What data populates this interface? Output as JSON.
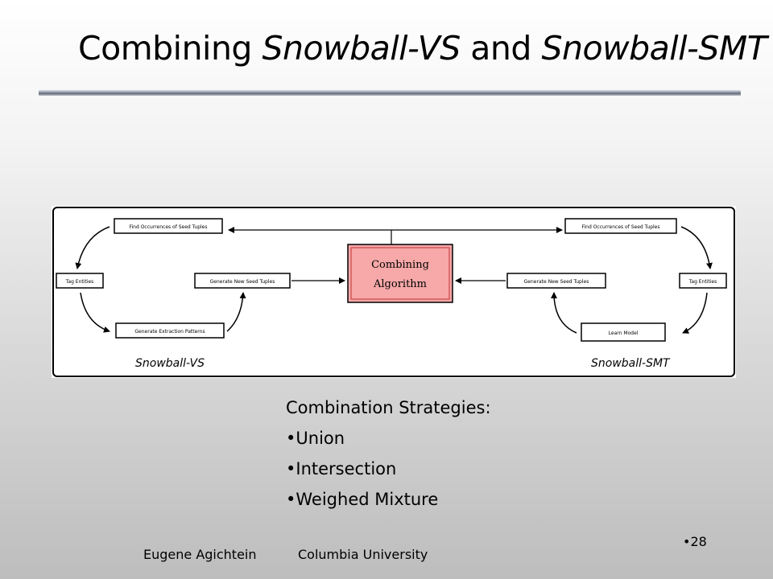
{
  "title": {
    "part1": "Combining ",
    "part2": "Snowball-VS",
    "part3": " and ",
    "part4": "Snowball-SMT"
  },
  "diagram": {
    "left_boxes": {
      "find": "Find Occurrences of Seed Tuples",
      "tag": "Tag Entities",
      "generate_tuples": "Generate New Seed Tuples",
      "generate_patterns": "Generate Extraction Patterns"
    },
    "right_boxes": {
      "find": "Find Occurrences of Seed Tuples",
      "tag": "Tag Entities",
      "generate_tuples": "Generate New Seed Tuples",
      "learn": "Learn Model"
    },
    "center_box": {
      "line1": "Combining",
      "line2": "Algorithm"
    },
    "label_left": "Snowball-VS",
    "label_right": "Snowball-SMT"
  },
  "strategies": {
    "heading": "Combination Strategies:",
    "items": [
      "•Union",
      "•Intersection",
      "•Weighed Mixture"
    ]
  },
  "footer": {
    "author": "Eugene Agichtein",
    "affiliation": "Columbia University",
    "page": "•28"
  }
}
